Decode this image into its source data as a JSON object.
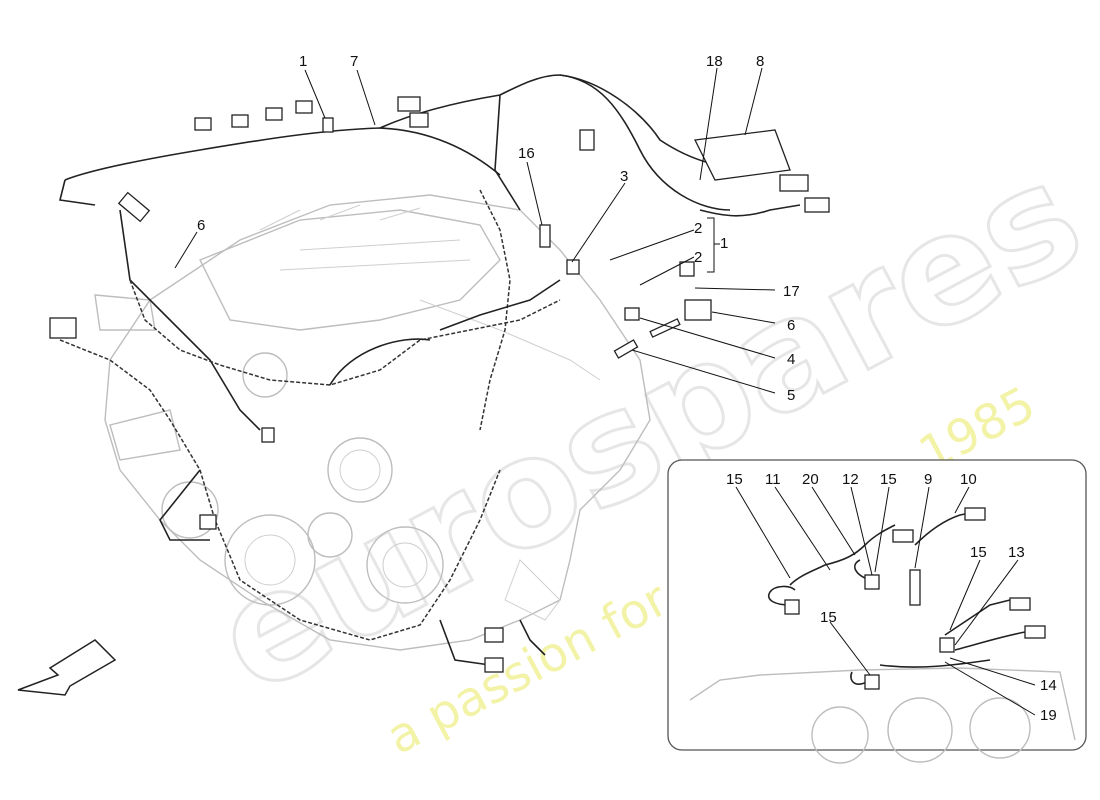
{
  "watermark": {
    "logo": "eurospares",
    "tagline": "a passion for parts since 1985"
  },
  "callouts": {
    "c1": "1",
    "c7": "7",
    "c6a": "6",
    "c18": "18",
    "c8": "8",
    "c16": "16",
    "c3": "3",
    "c2a": "2",
    "c2b": "2",
    "c1b": "1",
    "c17": "17",
    "c6b": "6",
    "c4": "4",
    "c5": "5",
    "i15a": "15",
    "i11": "11",
    "i20": "20",
    "i12": "12",
    "i15b": "15",
    "i9": "9",
    "i10": "10",
    "i15c": "15",
    "i13": "13",
    "i15d": "15",
    "i14": "14",
    "i19": "19"
  },
  "colors": {
    "line": "#222222",
    "engine": "#bdbdbd",
    "watermark_tag": "#f1f19a"
  },
  "icons": {
    "direction_arrow": "front-direction-arrow-icon"
  }
}
